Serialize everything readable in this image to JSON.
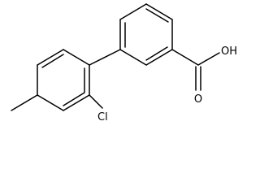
{
  "molecule": {
    "atoms": {
      "oh": "OH",
      "o": "O",
      "cl": "Cl"
    }
  }
}
